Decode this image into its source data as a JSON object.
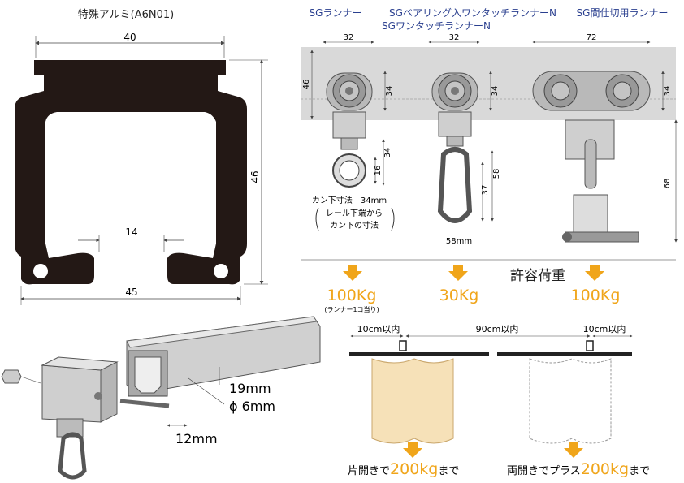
{
  "profile": {
    "title": "特殊アルミ(A6N01)",
    "dim_top": "40",
    "dim_side": "46",
    "dim_slot": "14",
    "dim_bottom": "45"
  },
  "runners": {
    "r1": "SGランナー",
    "r2_line1": "SGベアリング入ワンタッチランナーN",
    "r2_line2": "SGワンタッチランナーN",
    "r3": "SG間仕切用ランナー",
    "dims": {
      "d32a": "32",
      "d32b": "32",
      "d72": "72",
      "d46": "46",
      "d34a": "34",
      "d34b": "34",
      "d34c": "34",
      "d34d": "34",
      "d16": "16",
      "d37": "37",
      "d58": "58",
      "d68": "68",
      "hook_width": "58mm"
    },
    "note_line1": "カン下寸法　34mm",
    "note_line2": "レール下端から",
    "note_line3": "カン下の寸法"
  },
  "load": {
    "title": "許容荷重",
    "v1": "100Kg",
    "v1_note": "(ランナー1コ当り)",
    "v2": "30Kg",
    "v3": "100Kg"
  },
  "bracket": {
    "d19": "19mm",
    "d6": "ϕ 6mm",
    "d12": "12mm"
  },
  "spacing": {
    "left": "10cm以内",
    "middle": "90cm以内",
    "right": "10cm以内",
    "cap1_a": "片開きで",
    "cap1_b": "200kg",
    "cap1_c": "まで",
    "cap2_a": "両開きでプラス",
    "cap2_b": "200kg",
    "cap2_c": "まで"
  },
  "colors": {
    "accent": "#f0a51a",
    "title_blue": "#2a3f8f",
    "rail_gray": "#d9d9d9",
    "curtain": "#f6e1b8"
  }
}
